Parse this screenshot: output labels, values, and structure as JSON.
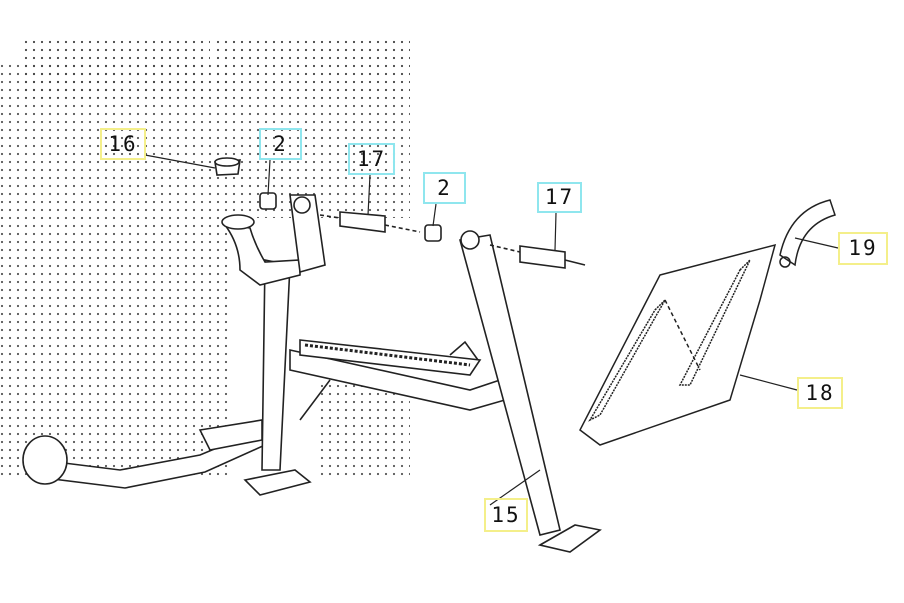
{
  "diagram": {
    "type": "exploded parts diagram",
    "callouts": [
      {
        "id": "c16",
        "label": "16",
        "frame_color": "#f4ef8a"
      },
      {
        "id": "c2a",
        "label": "2",
        "frame_color": "#8fe6ee"
      },
      {
        "id": "c17a",
        "label": "17",
        "frame_color": "#8fe6ee"
      },
      {
        "id": "c2b",
        "label": "2",
        "frame_color": "#8fe6ee"
      },
      {
        "id": "c17b",
        "label": "17",
        "frame_color": "#8fe6ee"
      },
      {
        "id": "c19",
        "label": "19",
        "frame_color": "#f4ef8a"
      },
      {
        "id": "c18",
        "label": "18",
        "frame_color": "#f4ef8a"
      },
      {
        "id": "c15",
        "label": "15",
        "frame_color": "#f4ef8a"
      }
    ]
  }
}
